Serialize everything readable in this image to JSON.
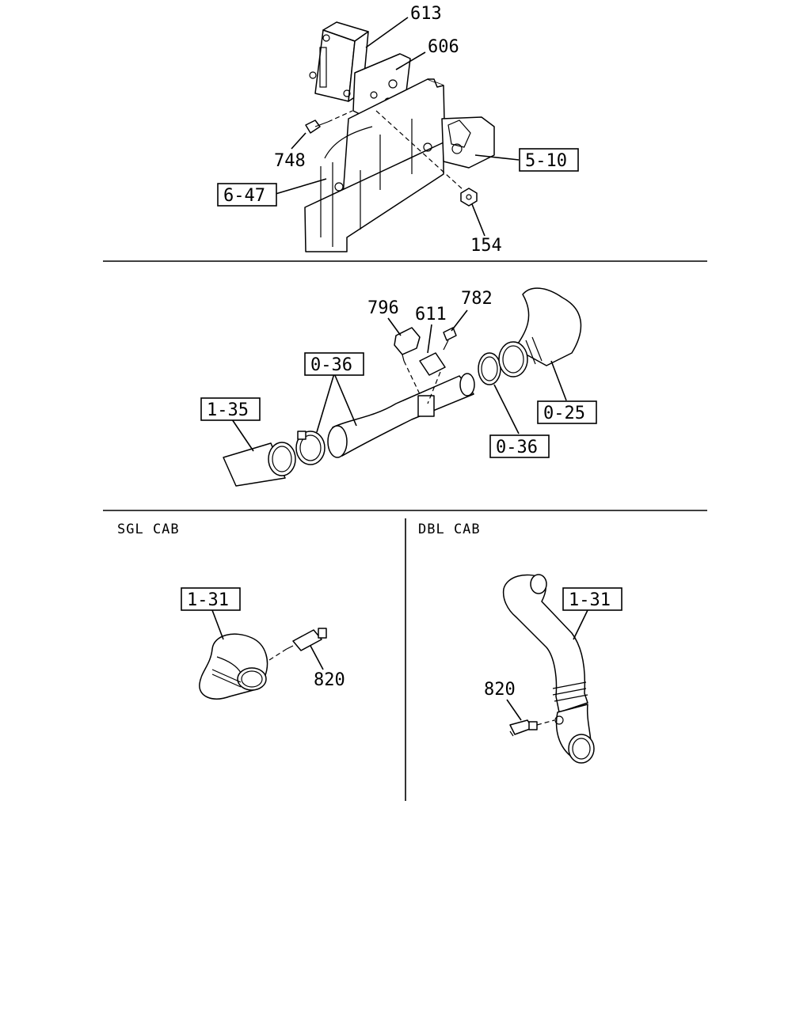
{
  "sections": {
    "top": {
      "callouts": [
        "613",
        "606",
        "748",
        "154"
      ],
      "refs": [
        "5-10",
        "6-47"
      ]
    },
    "middle": {
      "callouts": [
        "796",
        "611",
        "782"
      ],
      "refs": [
        "0-36",
        "1-35",
        "0-25",
        "0-36"
      ]
    },
    "bottom_left": {
      "caption": "SGL CAB",
      "ref": "1-31",
      "callout": "820"
    },
    "bottom_right": {
      "caption": "DBL CAB",
      "ref": "1-31",
      "callout": "820"
    }
  }
}
